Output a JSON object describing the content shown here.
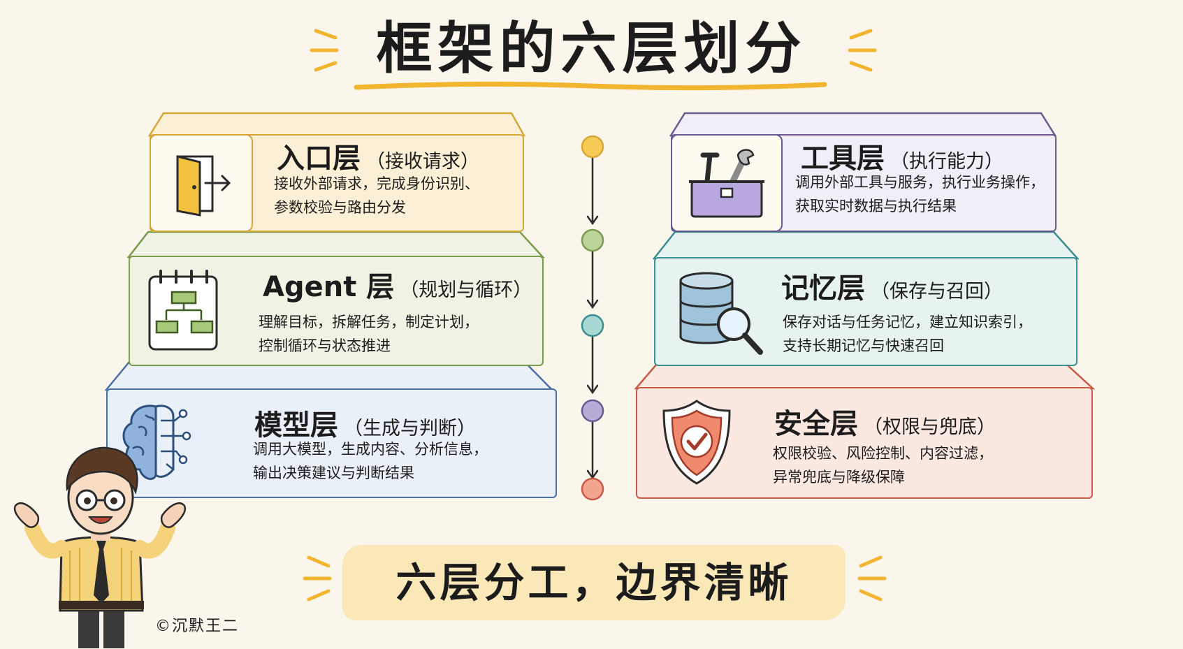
{
  "title": "框架的六层划分",
  "tagline": "六层分工，边界清晰",
  "copyright": "©沉默王二",
  "colors": {
    "background": "#faf6ec",
    "accent": "#f2b52f",
    "entry": "#d6a73a",
    "agent": "#7c9a4e",
    "model": "#4a6fa5",
    "tool": "#6a5a92",
    "memory": "#3b8e8e",
    "security": "#c85a46"
  },
  "layers": {
    "entry": {
      "name": "入口层",
      "sub": "（接收请求）",
      "line1": "接收外部请求，完成身份识别、",
      "line2": "参数校验与路由分发",
      "icon": "door-exit-icon"
    },
    "agent": {
      "name": "Agent 层",
      "sub": "（规划与循环）",
      "line1": "理解目标，拆解任务，制定计划，",
      "line2": "控制循环与状态推进",
      "icon": "calendar-flowchart-icon"
    },
    "model": {
      "name": "模型层",
      "sub": "（生成与判断）",
      "line1": "调用大模型，生成内容、分析信息，",
      "line2": "输出决策建议与判断结果",
      "icon": "brain-circuit-icon"
    },
    "tool": {
      "name": "工具层",
      "sub": "（执行能力）",
      "line1": "调用外部工具与服务，执行业务操作，",
      "line2": "获取实时数据与执行结果",
      "icon": "toolbox-icon"
    },
    "memory": {
      "name": "记忆层",
      "sub": "（保存与召回）",
      "line1": "保存对话与任务记忆，建立知识索引，",
      "line2": "支持长期记忆与快速召回",
      "icon": "database-search-icon"
    },
    "security": {
      "name": "安全层",
      "sub": "（权限与兜底）",
      "line1": "权限校验、风险控制、内容过滤，",
      "line2": "异常兜底与降级保障",
      "icon": "shield-check-icon"
    }
  }
}
